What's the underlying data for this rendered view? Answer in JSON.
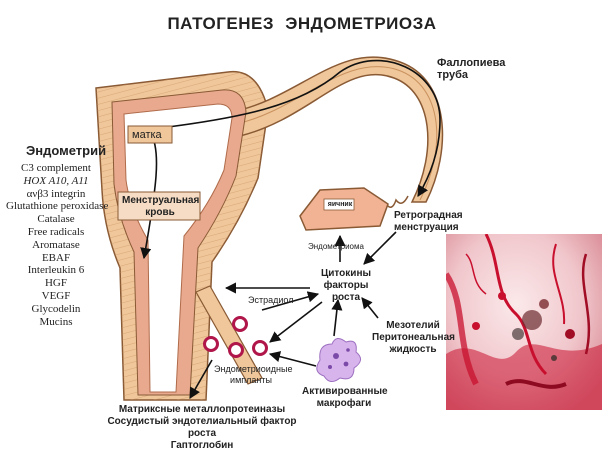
{
  "title": "ПАТОГЕНЕЗ  ЭНДОМЕТРИОЗА",
  "labels": {
    "uterus": "матка",
    "menstrual_blood": [
      "Менструальная",
      "кровь"
    ],
    "fallopian_tube": [
      "Фаллопиева",
      "труба"
    ],
    "ovary": "яичник",
    "retrograde": [
      "Ретроградная",
      "менструация"
    ],
    "endometrioma": "Эндометриома",
    "cytokines": [
      "Цитокины",
      "факторы роста"
    ],
    "estradiol": "Эстрадиол",
    "mesothelium": [
      "Мезотелий",
      "Перитонеальная",
      "жидкость"
    ],
    "implants": [
      "Эндометриоидные",
      "импланты"
    ],
    "macrophages": [
      "Активированные",
      "макрофаги"
    ]
  },
  "endometrium": {
    "heading": "Эндометрий",
    "items": [
      "C3 complement",
      "HOX A10, A11",
      "ανβ3 integrin",
      "Glutathione peroxidase",
      "Catalase",
      "Free radicals",
      "Aromatase",
      "EBAF",
      "Interleukin 6",
      "HGF",
      "VEGF",
      "Glycodelin",
      "Mucins"
    ]
  },
  "bottom_list": [
    "Матриксные металлопротеиназы",
    "Сосудистый эндотелиальный фактор роста",
    "Гаптоглобин"
  ],
  "colors": {
    "uterus_fill": "#efc79a",
    "uterus_stroke": "#8a5a35",
    "endometrium_lining": "#e8a98f",
    "cavity": "#ffffff",
    "ovary_fill": "#f2b394",
    "implant_ring": "#b0164a",
    "macrophage": "#c89be0",
    "arrow": "#111111",
    "photo_base": "#f4d4d8",
    "photo_red": "#c8102e"
  }
}
